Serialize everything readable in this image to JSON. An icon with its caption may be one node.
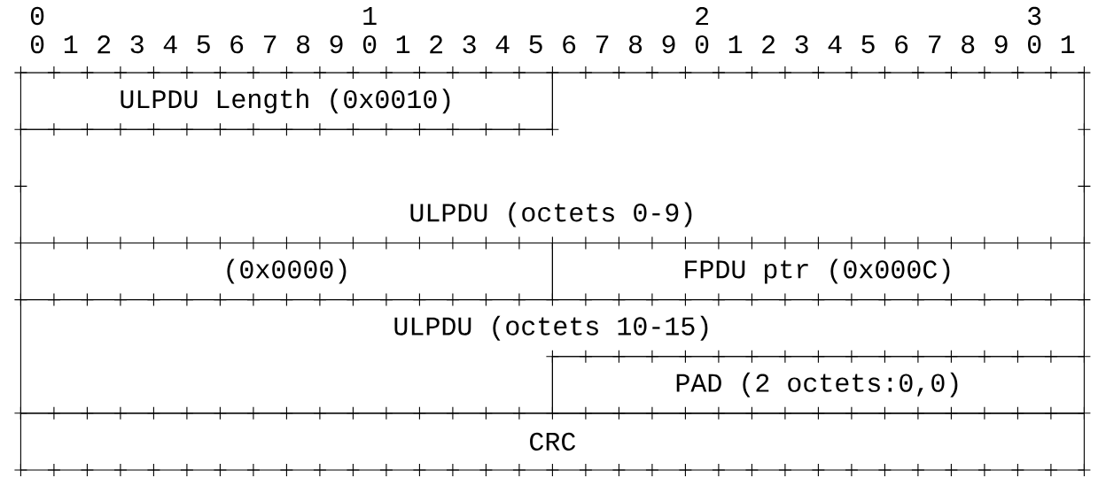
{
  "diagram": {
    "nodes": [
      {
        "text": [
          "ULPDU Length (0x0010)"
        ]
      },
      {
        "text": [
          "ULPDU (octets 0-9)"
        ]
      },
      {
        "text": [
          "(0x0000)"
        ]
      },
      {
        "text": [
          "FPDU ptr (0x000C)"
        ]
      },
      {
        "text": [
          "ULPDU (octets 10-15)"
        ]
      },
      {
        "text": [
          "PAD (2 octets:0,0)"
        ]
      },
      {
        "text": [
          "CRC"
        ]
      }
    ],
    "labels": [
      "0",
      "1",
      "2",
      "3",
      "0",
      "1",
      "2",
      "3",
      "4",
      "5",
      "6",
      "7",
      "8",
      "9",
      "0",
      "1",
      "2",
      "3",
      "4",
      "5",
      "6",
      "7",
      "8",
      "9",
      "0",
      "1",
      "2",
      "3",
      "4",
      "5",
      "6",
      "7",
      "8",
      "9",
      "0",
      "1"
    ]
  }
}
